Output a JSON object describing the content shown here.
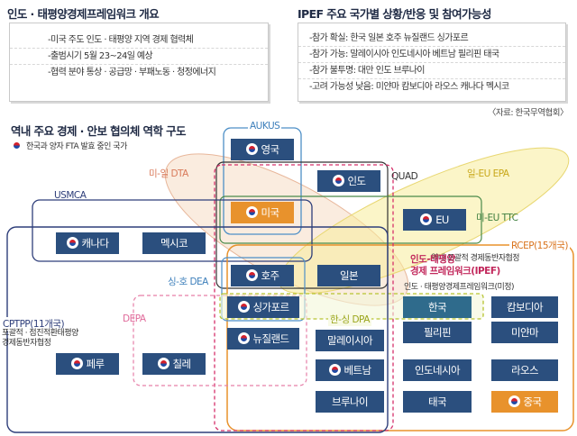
{
  "left_panel": {
    "title": "인도 · 태평양경제프레임워크 개요",
    "rows": [
      "-미국 주도 인도 · 태평양 지역 경제 협력체",
      "-출범시기 5월 23~24일 예상",
      "-협력 분야 통상 · 공급망 · 부패노동 · 청정에너지"
    ]
  },
  "right_panel": {
    "title": "IPEF 주요 국가별 상황/반응 및 참여가능성",
    "rows": [
      "-참가 확실: 한국 일본 호주 뉴질랜드 싱가포르",
      "-참가 가능: 말레이시아 인도네시아 베트남 필리핀 태국",
      "-참가 불투명: 대만 인도 브루나이",
      "-고려 가능성 낮음: 미얀마 캄보디아 라오스 캐나다 멕시코"
    ],
    "source": "〈자료: 한국무역협회〉"
  },
  "diagram": {
    "title": "역내 주요 경제 · 안보 협의체 역학 구도",
    "legend": "한국과 양자 FTA 발효 중인 국가",
    "groups": {
      "aukus": "AUKUS",
      "quad": "QUAD",
      "us_japan": "미-일 DTA",
      "japan_eu": "일-EU EPA",
      "us_eu": "미-EU TTC",
      "usmca": "USMCA",
      "rcep": "RCEP(15개국)",
      "rcep_desc": "역내 포괄적 경제동반자협정",
      "ipef": "인도-태평양\n경제 프레임워크(IPEF)",
      "ipef_desc": "인도 · 태평양경제프레임워크(미정)",
      "sg_au": "싱-호 DEA",
      "depa": "DEPA",
      "ko_sg": "한-싱 DPA",
      "cptpp": "CPTPP(11개국)",
      "cptpp_desc": "포괄적 · 점진적환태평양\n경제동반자협정"
    },
    "countries": {
      "uk": "영국",
      "india": "인도",
      "usa": "미국",
      "eu": "EU",
      "canada": "캐나다",
      "mexico": "멕시코",
      "australia": "호주",
      "japan": "일본",
      "singapore": "싱가포르",
      "korea": "한국",
      "cambodia": "캄보디아",
      "newzealand": "뉴질랜드",
      "philippines": "필리핀",
      "myanmar": "미얀마",
      "malaysia": "말레이시아",
      "peru": "페루",
      "chile": "칠레",
      "vietnam": "베트남",
      "indonesia": "인도네시아",
      "laos": "라오스",
      "brunei": "브루나이",
      "thailand": "태국",
      "china": "중국"
    }
  },
  "colors": {
    "navy": "#2b4f7e",
    "orange": "#e8922c",
    "korea_box": "#2f6b8c"
  }
}
